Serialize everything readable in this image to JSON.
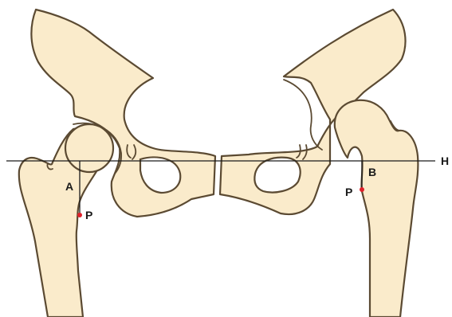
{
  "labels": {
    "line": "H",
    "left_distance": "A",
    "right_distance": "B",
    "left_point": "P",
    "right_point": "P"
  },
  "colors": {
    "bone_fill": "#faebcb",
    "bone_outline": "#5b4a32",
    "guide_line": "#1a1a1a",
    "point_marker": "#e0212b"
  }
}
